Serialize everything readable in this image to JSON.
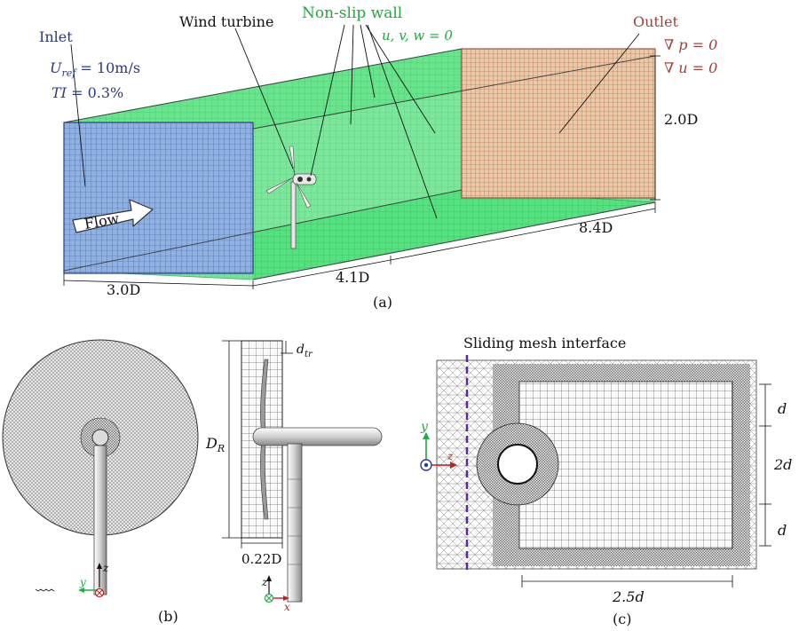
{
  "panel_a": {
    "caption": "(a)",
    "inlet_label": "Inlet",
    "uref_symbol": "U",
    "uref_sub": "ref",
    "uref_value": " = 10m/s",
    "ti_symbol": "TI",
    "ti_value": " = 0.3%",
    "wind_turbine_label": "Wind turbine",
    "nonslip_label": "Non-slip wall",
    "velocity_bc": "u, v, w = 0",
    "outlet_label": "Outlet",
    "outlet_bc_p": "∇ p = 0",
    "outlet_bc_u": "∇ u = 0",
    "flow_label": "Flow",
    "dim_width": "3.0D",
    "dim_upstream": "4.1D",
    "dim_downstream": "8.4D",
    "dim_height": "2.0D",
    "colors": {
      "inlet": "#3a4aa0",
      "wall": "#22cc55",
      "outlet": "#b04a3a"
    }
  },
  "panel_b": {
    "caption": "(b)",
    "dim_rotor": "D",
    "dim_rotor_sub": "R",
    "dim_tr": "d",
    "dim_tr_sub": "tr",
    "dim_thickness": "0.22D",
    "axis_y": "y",
    "axis_z": "z",
    "axis_x": "x"
  },
  "panel_c": {
    "caption": "(c)",
    "sliding_label": "Sliding mesh interface",
    "dim_d_top": "d",
    "dim_2d": "2d",
    "dim_d_bottom": "d",
    "dim_2_5d": "2.5d",
    "axis_y": "y",
    "axis_z": "z"
  }
}
